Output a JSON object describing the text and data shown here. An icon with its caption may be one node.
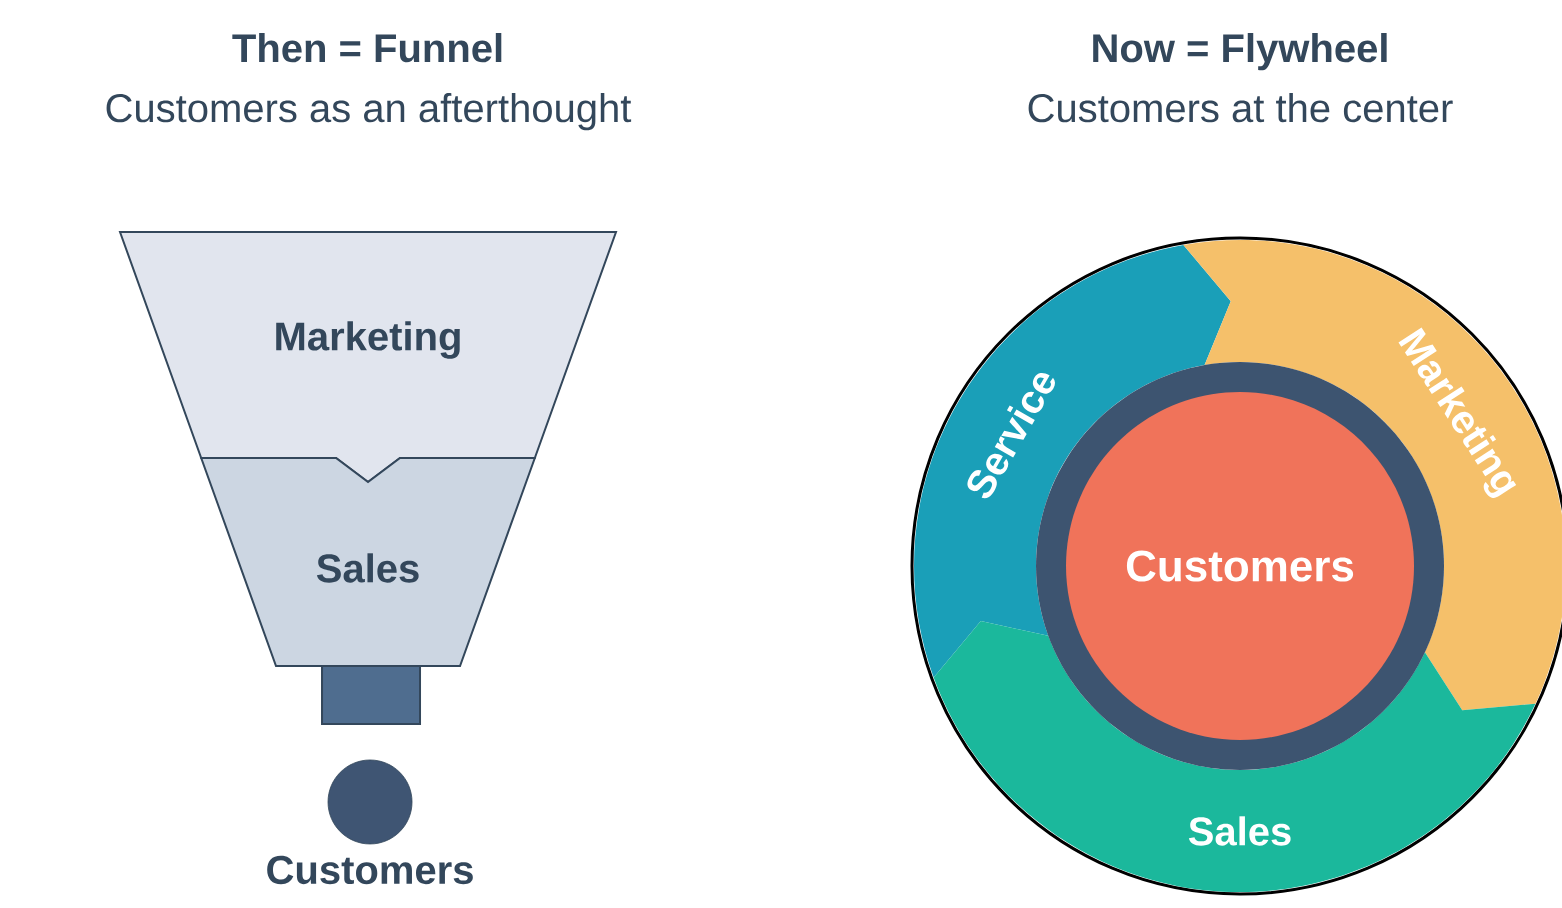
{
  "diagram": {
    "nodes": [
      {
        "text": [
          "Marketing"
        ]
      },
      {
        "text": [
          "Sales"
        ]
      },
      {
        "text": [],
        "shape": "box"
      },
      {
        "text": [],
        "shape": "circle",
        "beside": [
          "Customers"
        ]
      },
      {
        "text": [
          "Service"
        ]
      },
      {
        "text": [
          "Marketing"
        ]
      },
      {
        "text": [
          "Sales"
        ]
      },
      {
        "text": [
          "Customers"
        ]
      }
    ],
    "labels": [
      "Then = Funnel",
      "Customers as an afterthought",
      "Now = Flywheel",
      "Customers at the center"
    ]
  }
}
